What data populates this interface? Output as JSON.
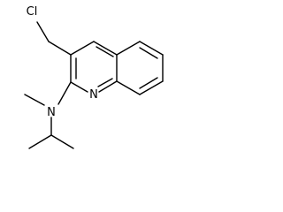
{
  "molecule": {
    "atoms": {
      "chlorine": "Cl",
      "amine_nitrogen": "N",
      "ring_nitrogen": "N"
    }
  }
}
